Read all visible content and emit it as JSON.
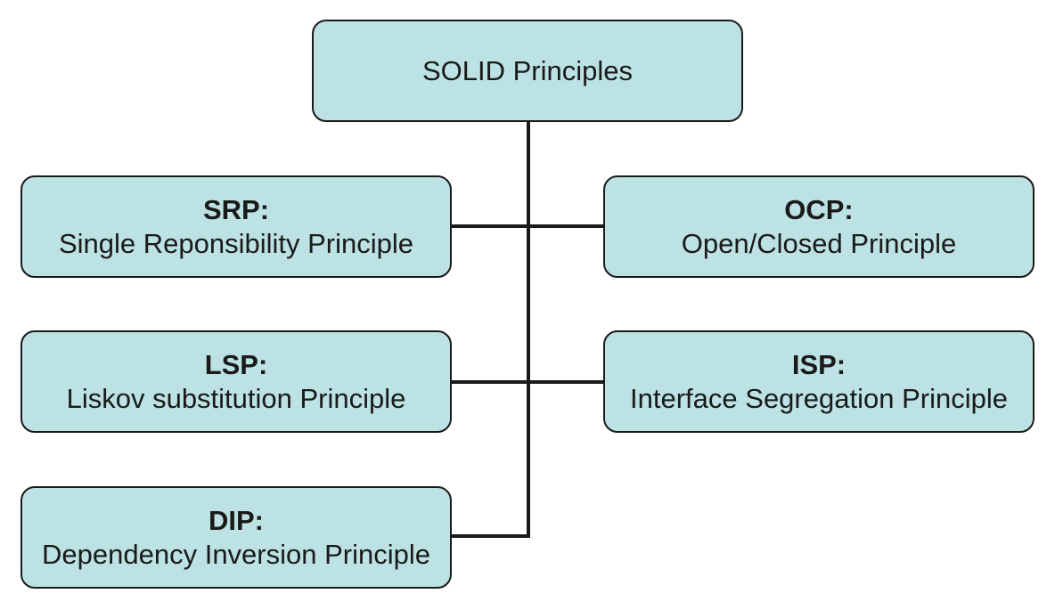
{
  "root": {
    "title": "SOLID Principles"
  },
  "principles": [
    {
      "abbr": "SRP:",
      "name": "Single Reponsibility Principle"
    },
    {
      "abbr": "OCP:",
      "name": "Open/Closed Principle"
    },
    {
      "abbr": "LSP:",
      "name": "Liskov substitution Principle"
    },
    {
      "abbr": "ISP:",
      "name": "Interface Segregation Principle"
    },
    {
      "abbr": "DIP:",
      "name": "Dependency Inversion Principle"
    }
  ],
  "colors": {
    "box_fill": "#bde2e3",
    "border": "#1a1a1a",
    "connector": "#1a1a1a",
    "background": "#ffffff"
  }
}
